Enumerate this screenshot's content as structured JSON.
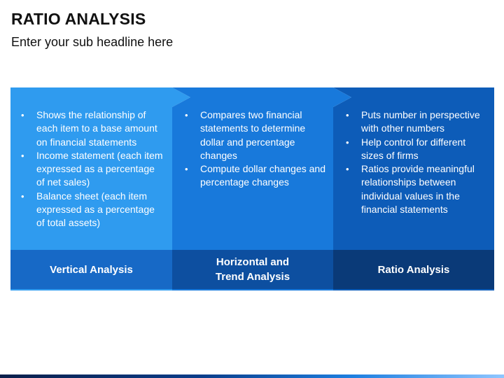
{
  "header": {
    "title": "RATIO ANALYSIS",
    "subtitle": "Enter your sub headline here"
  },
  "panels": [
    {
      "label": "Vertical Analysis",
      "bullets": [
        "Shows the relationship of each item to a base amount on financial statements",
        "Income statement (each item expressed as a percentage of net sales)",
        "Balance sheet (each item expressed as a percentage of total assets)"
      ]
    },
    {
      "label": "Horizontal and Trend Analysis",
      "bullets": [
        "Compares two financial statements to determine dollar and percentage changes",
        "Compute dollar changes and percentage changes"
      ]
    },
    {
      "label": "Ratio Analysis",
      "bullets": [
        "Puts number in perspective with other numbers",
        "Help control for different sizes of firms",
        "Ratios provide meaningful relationships between individual values in the financial statements"
      ]
    }
  ],
  "colors": {
    "panel1": "#2f9bef",
    "panel2": "#1879db",
    "panel3": "#0d5cb8",
    "bar1": "#1769c6",
    "bar2": "#0d4fa0",
    "bar3": "#0a3a78"
  }
}
